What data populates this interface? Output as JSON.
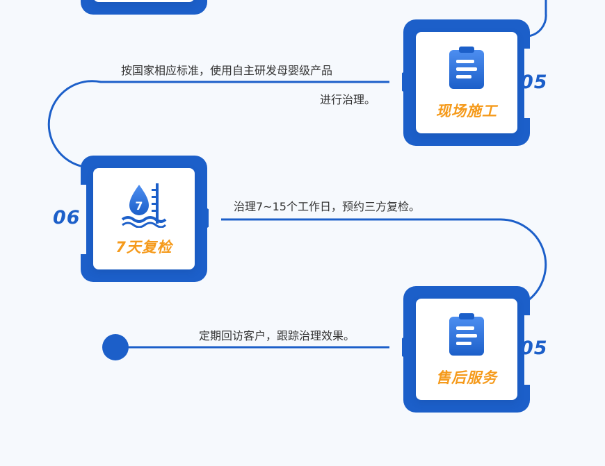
{
  "steps": [
    {
      "number": "05",
      "label": "现场施工",
      "icon": "clipboard-icon",
      "description_lines": [
        "按国家相应标准，使用自主研发母婴级产品",
        "进行治理。"
      ]
    },
    {
      "number": "06",
      "label": "7天复检",
      "icon": "water-level-icon",
      "icon_text": "7",
      "description_lines": [
        "治理7~15个工作日，预约三方复检。"
      ]
    },
    {
      "number": "05",
      "label": "售后服务",
      "icon": "clipboard-icon",
      "description_lines": [
        "定期回访客户，跟踪治理效果。"
      ]
    }
  ],
  "colors": {
    "primary_blue": "#1c5fc9",
    "accent_orange": "#f59a1b",
    "background": "#f6f9fd",
    "text": "#333333"
  }
}
